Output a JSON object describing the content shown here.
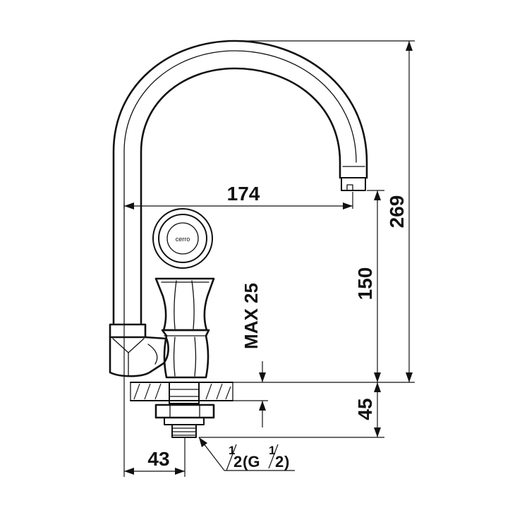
{
  "dimensions": {
    "spout_reach": "174",
    "total_height": "269",
    "spout_height": "150",
    "max_counter_thickness": "MAX 25",
    "shank_length": "45",
    "base_offset": "43",
    "thread_pre": "1",
    "thread_mid": "2",
    "thread_paren": "(G",
    "thread_num": "1",
    "thread_den": "2",
    "thread_close": ")"
  },
  "logo_text": "cerro"
}
